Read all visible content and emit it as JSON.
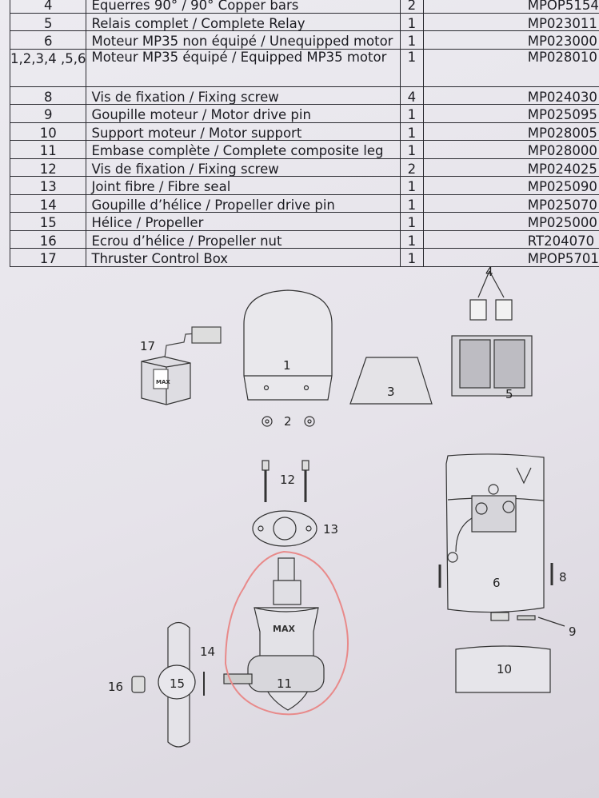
{
  "parts": [
    {
      "ref": "4",
      "desc": "Equerres 90° / 90° Copper bars",
      "qty": "2",
      "code": "MPOP5154"
    },
    {
      "ref": "5",
      "desc": "Relais complet / Complete Relay",
      "qty": "1",
      "code": "MP023011"
    },
    {
      "ref": "6",
      "desc": "Moteur MP35 non équipé / Unequipped motor",
      "qty": "1",
      "code": "MP023000"
    },
    {
      "ref": "1,2,3,4 ,5,6",
      "desc": "Moteur MP35 équipé / Equipped MP35 motor",
      "qty": "1",
      "code": "MP028010"
    },
    {
      "ref": "8",
      "desc": "Vis de fixation / Fixing screw",
      "qty": "4",
      "code": "MP024030"
    },
    {
      "ref": "9",
      "desc": "Goupille moteur / Motor drive pin",
      "qty": "1",
      "code": "MP025095"
    },
    {
      "ref": "10",
      "desc": "Support moteur / Motor support",
      "qty": "1",
      "code": "MP028005"
    },
    {
      "ref": "11",
      "desc": "Embase complète / Complete composite leg",
      "qty": "1",
      "code": "MP028000"
    },
    {
      "ref": "12",
      "desc": "Vis de fixation / Fixing screw",
      "qty": "2",
      "code": "MP024025"
    },
    {
      "ref": "13",
      "desc": "Joint fibre / Fibre seal",
      "qty": "1",
      "code": "MP025090"
    },
    {
      "ref": "14",
      "desc": "Goupille d’hélice / Propeller drive pin",
      "qty": "1",
      "code": "MP025070"
    },
    {
      "ref": "15",
      "desc": "Hélice / Propeller",
      "qty": "1",
      "code": "MP025000"
    },
    {
      "ref": "16",
      "desc": "Ecrou d’hélice / Propeller nut",
      "qty": "1",
      "code": "RT204070"
    },
    {
      "ref": "17",
      "desc": "Thruster Control Box",
      "qty": "1",
      "code": "MPOP5701"
    }
  ],
  "diagram": {
    "labels": {
      "l1": "1",
      "l2": "2",
      "l3": "3",
      "l4": "4",
      "l5": "5",
      "l6": "6",
      "l8": "8",
      "l9": "9",
      "l10": "10",
      "l11": "11",
      "l12": "12",
      "l13": "13",
      "l14": "14",
      "l15": "15",
      "l16": "16",
      "l17": "17"
    },
    "brand": "MAX",
    "highlight_color": "#e88a8a"
  }
}
